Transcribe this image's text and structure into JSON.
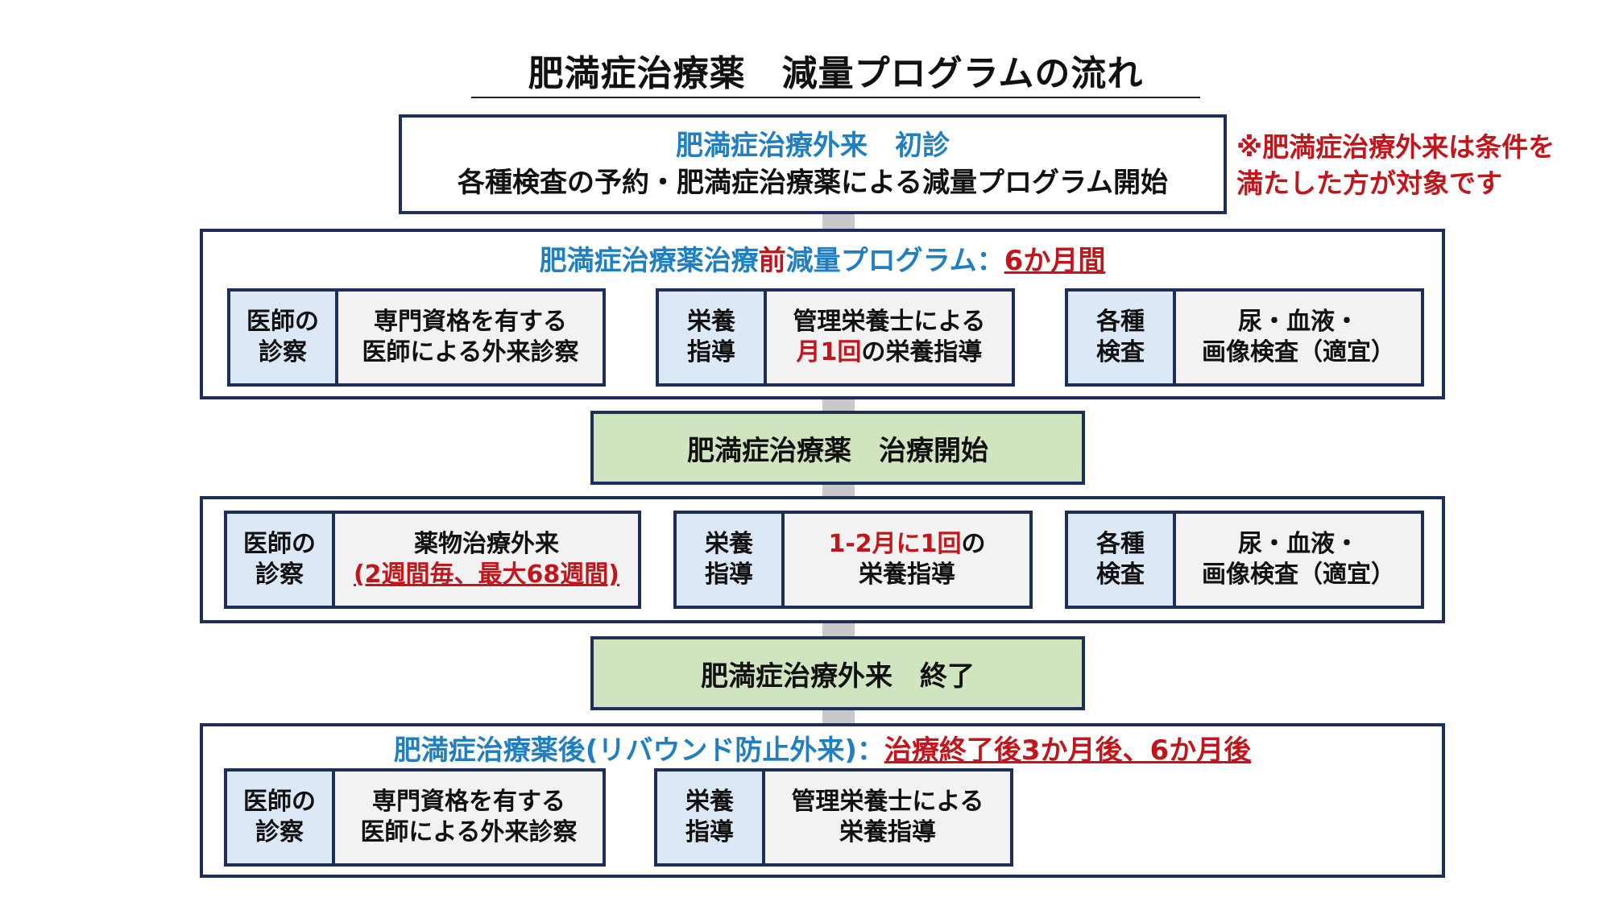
{
  "title": "肥満症治療薬　減量プログラムの流れ",
  "note": {
    "line1": "※肥満症治療外来は条件を",
    "line2": "満たした方が対象です"
  },
  "first_visit": {
    "title": "肥満症治療外来　初診",
    "body": "各種検査の予約・肥満症治療薬による減量プログラム開始"
  },
  "pre_program": {
    "title_a": "肥満症治療薬治療",
    "title_b": "前",
    "title_c": "減量プログラム：",
    "title_d": "6か月間",
    "cards": [
      {
        "label_1": "医師の",
        "label_2": "診察",
        "text_1": "専門資格を有する",
        "text_2": "医師による外来診察"
      },
      {
        "label_1": "栄養",
        "label_2": "指導",
        "text_1": "管理栄養士による",
        "text_2a": "月1回",
        "text_2b": "の栄養指導"
      },
      {
        "label_1": "各種",
        "label_2": "検査",
        "text_1": "尿・血液・",
        "text_2": "画像検査（適宜）"
      }
    ]
  },
  "treatment_start": "肥満症治療薬　治療開始",
  "treatment": {
    "cards": [
      {
        "label_1": "医師の",
        "label_2": "診察",
        "text_1": "薬物治療外来",
        "text_2": "(2週間毎、最大68週間)"
      },
      {
        "label_1": "栄養",
        "label_2": "指導",
        "text_1a": "1-2月に1回",
        "text_1b": "の",
        "text_2": "栄養指導"
      },
      {
        "label_1": "各種",
        "label_2": "検査",
        "text_1": "尿・血液・",
        "text_2": "画像検査（適宜）"
      }
    ]
  },
  "end": "肥満症治療外来　終了",
  "post_program": {
    "title_a": "肥満症治療薬後(リバウンド防止外来)：",
    "title_b": "治療終了後3か月後、6か月後",
    "cards": [
      {
        "label_1": "医師の",
        "label_2": "診察",
        "text_1": "専門資格を有する",
        "text_2": "医師による外来診察"
      },
      {
        "label_1": "栄養",
        "label_2": "指導",
        "text_1": "管理栄養士による",
        "text_2": "栄養指導"
      }
    ]
  },
  "colors": {
    "frame": "#1e2e58",
    "blue_text": "#1f7fc1",
    "red_text": "#c0161c",
    "green_box": "#cfe4bf",
    "label_bg": "#dde8f6",
    "card_bg": "#f2f2f2",
    "connector": "#c9c9c9"
  }
}
